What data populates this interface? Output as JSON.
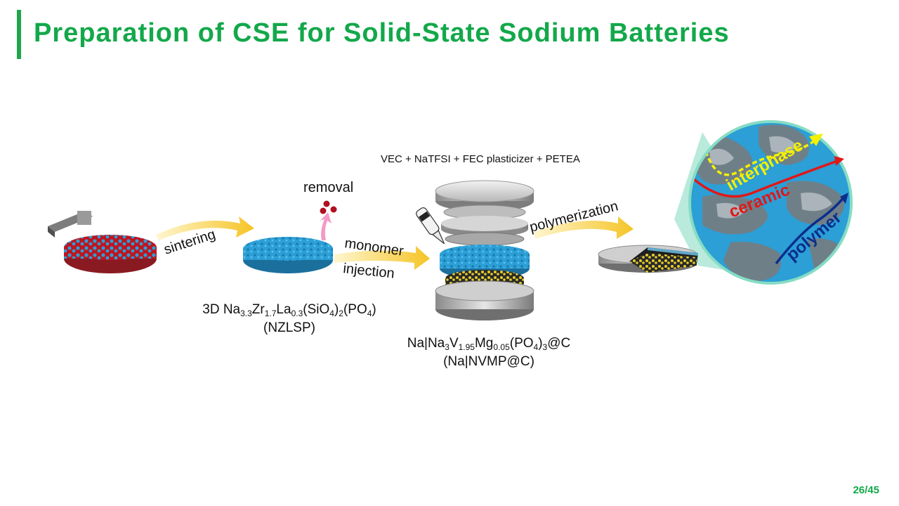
{
  "title": "Preparation of CSE for Solid-State Sodium Batteries",
  "steps": {
    "sintering": "sintering",
    "removal": "removal",
    "monomer": "monomer",
    "injection": "injection",
    "polymerization": "polymerization"
  },
  "components": "VEC + NaTFSI + FEC plasticizer + PETEA",
  "nzlsp": {
    "prefix": "3D Na",
    "s1": "3.3",
    "zr": "Zr",
    "s2": "1.7",
    "la": "La",
    "s3": "0.3",
    "sio": "(SiO",
    "s4": "4",
    "close1": ")",
    "s5": "2",
    "po": "(PO",
    "s6": "4",
    "close2": ")",
    "abbr": "(NZLSP)"
  },
  "cell": {
    "prefix": "Na|Na",
    "s1": "3",
    "v": "V",
    "s2": "1.95",
    "mg": "Mg",
    "s3": "0.05",
    "po": "(PO",
    "s4": "4",
    "close": ")",
    "s5": "3",
    "suffix": "@C",
    "abbr": "(Na|NVMP@C)"
  },
  "zoom": {
    "interphase": "interphase",
    "ceramic": "ceramic",
    "polymer": "polymer"
  },
  "colors": {
    "title": "#13a84a",
    "arrow": "#f5c425",
    "ceramic_blue": "#2b9fd6",
    "red_particles": "#c0141e",
    "interphase": "#f4f000",
    "ceramic_line": "#e01818",
    "polymer_line": "#0c2d8c",
    "zoom_cone": "#7fd8c0"
  },
  "page": "26/45"
}
